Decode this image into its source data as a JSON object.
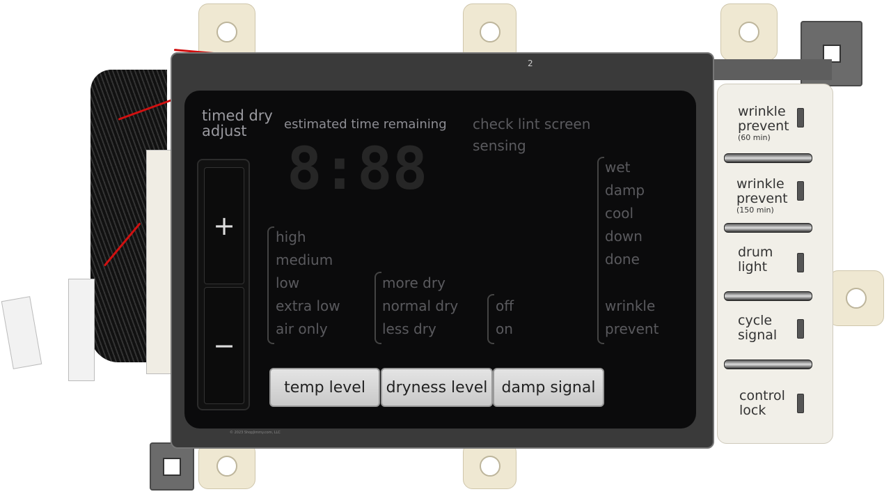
{
  "display": {
    "timed_dry_adjust": [
      "timed dry",
      "adjust"
    ],
    "estimated_time_label": "estimated time remaining",
    "digits": "8:88",
    "status": [
      "check lint screen",
      "sensing"
    ],
    "temp_levels": [
      "high",
      "medium",
      "low",
      "extra low",
      "air only"
    ],
    "dryness_levels": [
      "more dry",
      "normal dry",
      "less dry"
    ],
    "damp_signal_options": [
      "off",
      "on"
    ],
    "cycle_status": [
      "wet",
      "damp",
      "cool",
      "down",
      "done"
    ],
    "wrinkle_prevent_status": [
      "wrinkle",
      "prevent"
    ]
  },
  "rocker": {
    "plus": "+",
    "minus": "−"
  },
  "buttons": [
    "temp level",
    "dryness level",
    "damp signal"
  ],
  "side_buttons": [
    {
      "line1": "wrinkle",
      "line2": "prevent",
      "sub": "(60 min)"
    },
    {
      "line1": "wrinkle",
      "line2": "prevent",
      "sub": "(150 min)"
    },
    {
      "line1": "drum",
      "line2": "light"
    },
    {
      "line1": "cycle",
      "line2": "signal"
    },
    {
      "line1": "control",
      "line2": "lock"
    }
  ],
  "frame_mark": "2",
  "watermark": "© 2023 ShopJimmy.com, LLC"
}
